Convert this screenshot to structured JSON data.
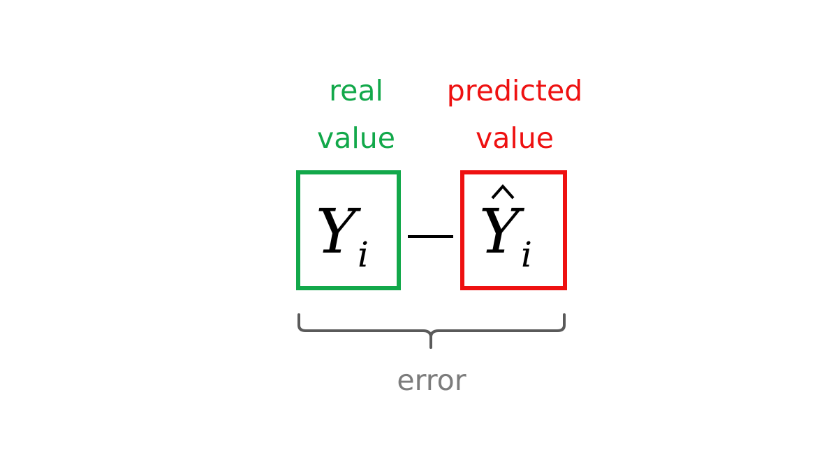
{
  "labels": {
    "real_line1": "real",
    "real_line2": "value",
    "predicted_line1": "predicted",
    "predicted_line2": "value",
    "error": "error"
  },
  "formula": {
    "real_symbol": "Y",
    "real_subscript": "i",
    "operator": "−",
    "predicted_symbol": "Y",
    "predicted_subscript": "i"
  },
  "colors": {
    "real": "#12a84a",
    "predicted": "#ee1111",
    "error": "#7c7c7c",
    "formula": "#000000"
  },
  "icons": {
    "predicted_accent": "hat-icon",
    "grouping": "brace-icon"
  }
}
